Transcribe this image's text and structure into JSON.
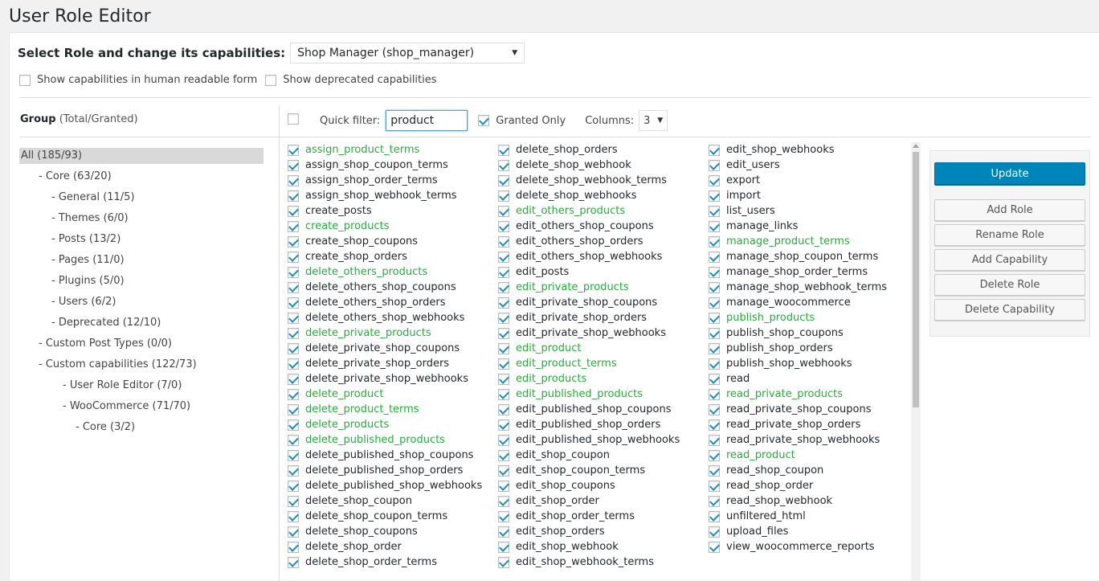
{
  "page": {
    "title": "User Role Editor"
  },
  "role": {
    "label": "Select Role and change its capabilities:",
    "selected": "Shop Manager (shop_manager)"
  },
  "options": {
    "human_readable": "Show capabilities in human readable form",
    "deprecated": "Show deprecated capabilities"
  },
  "groups": {
    "header_bold": "Group",
    "header_rest": "(Total/Granted)",
    "items": [
      {
        "label": "All (185/93)"
      },
      {
        "label": "- Core (63/20)"
      },
      {
        "label": "- General (11/5)"
      },
      {
        "label": "- Themes (6/0)"
      },
      {
        "label": "- Posts (13/2)"
      },
      {
        "label": "- Pages (11/0)"
      },
      {
        "label": "- Plugins (5/0)"
      },
      {
        "label": "- Users (6/2)"
      },
      {
        "label": "- Deprecated (12/10)"
      },
      {
        "label": "- Custom Post Types (0/0)"
      },
      {
        "label": "- Custom capabilities (122/73)"
      },
      {
        "label": "- User Role Editor (7/0)"
      },
      {
        "label": "- WooCommerce (71/70)"
      },
      {
        "label": "- Core (3/2)"
      }
    ]
  },
  "toolbar": {
    "quick_filter_label": "Quick filter:",
    "quick_filter_value": "product",
    "granted_only": "Granted Only",
    "columns_label": "Columns:",
    "columns_value": "3"
  },
  "colors": {
    "match": "#27ae3a",
    "primary": "#0085ba"
  },
  "capabilities": {
    "col1": [
      {
        "name": "assign_product_terms",
        "match": true
      },
      {
        "name": "assign_shop_coupon_terms",
        "match": false
      },
      {
        "name": "assign_shop_order_terms",
        "match": false
      },
      {
        "name": "assign_shop_webhook_terms",
        "match": false
      },
      {
        "name": "create_posts",
        "match": false
      },
      {
        "name": "create_products",
        "match": true
      },
      {
        "name": "create_shop_coupons",
        "match": false
      },
      {
        "name": "create_shop_orders",
        "match": false
      },
      {
        "name": "delete_others_products",
        "match": true
      },
      {
        "name": "delete_others_shop_coupons",
        "match": false
      },
      {
        "name": "delete_others_shop_orders",
        "match": false
      },
      {
        "name": "delete_others_shop_webhooks",
        "match": false
      },
      {
        "name": "delete_private_products",
        "match": true
      },
      {
        "name": "delete_private_shop_coupons",
        "match": false
      },
      {
        "name": "delete_private_shop_orders",
        "match": false
      },
      {
        "name": "delete_private_shop_webhooks",
        "match": false
      },
      {
        "name": "delete_product",
        "match": true
      },
      {
        "name": "delete_product_terms",
        "match": true
      },
      {
        "name": "delete_products",
        "match": true
      },
      {
        "name": "delete_published_products",
        "match": true
      },
      {
        "name": "delete_published_shop_coupons",
        "match": false
      },
      {
        "name": "delete_published_shop_orders",
        "match": false
      },
      {
        "name": "delete_published_shop_webhooks",
        "match": false
      },
      {
        "name": "delete_shop_coupon",
        "match": false
      },
      {
        "name": "delete_shop_coupon_terms",
        "match": false
      },
      {
        "name": "delete_shop_coupons",
        "match": false
      },
      {
        "name": "delete_shop_order",
        "match": false
      },
      {
        "name": "delete_shop_order_terms",
        "match": false
      }
    ],
    "col2": [
      {
        "name": "delete_shop_orders",
        "match": false
      },
      {
        "name": "delete_shop_webhook",
        "match": false
      },
      {
        "name": "delete_shop_webhook_terms",
        "match": false
      },
      {
        "name": "delete_shop_webhooks",
        "match": false
      },
      {
        "name": "edit_others_products",
        "match": true
      },
      {
        "name": "edit_others_shop_coupons",
        "match": false
      },
      {
        "name": "edit_others_shop_orders",
        "match": false
      },
      {
        "name": "edit_others_shop_webhooks",
        "match": false
      },
      {
        "name": "edit_posts",
        "match": false
      },
      {
        "name": "edit_private_products",
        "match": true
      },
      {
        "name": "edit_private_shop_coupons",
        "match": false
      },
      {
        "name": "edit_private_shop_orders",
        "match": false
      },
      {
        "name": "edit_private_shop_webhooks",
        "match": false
      },
      {
        "name": "edit_product",
        "match": true
      },
      {
        "name": "edit_product_terms",
        "match": true
      },
      {
        "name": "edit_products",
        "match": true
      },
      {
        "name": "edit_published_products",
        "match": true
      },
      {
        "name": "edit_published_shop_coupons",
        "match": false
      },
      {
        "name": "edit_published_shop_orders",
        "match": false
      },
      {
        "name": "edit_published_shop_webhooks",
        "match": false
      },
      {
        "name": "edit_shop_coupon",
        "match": false
      },
      {
        "name": "edit_shop_coupon_terms",
        "match": false
      },
      {
        "name": "edit_shop_coupons",
        "match": false
      },
      {
        "name": "edit_shop_order",
        "match": false
      },
      {
        "name": "edit_shop_order_terms",
        "match": false
      },
      {
        "name": "edit_shop_orders",
        "match": false
      },
      {
        "name": "edit_shop_webhook",
        "match": false
      },
      {
        "name": "edit_shop_webhook_terms",
        "match": false
      }
    ],
    "col3": [
      {
        "name": "edit_shop_webhooks",
        "match": false
      },
      {
        "name": "edit_users",
        "match": false
      },
      {
        "name": "export",
        "match": false
      },
      {
        "name": "import",
        "match": false
      },
      {
        "name": "list_users",
        "match": false
      },
      {
        "name": "manage_links",
        "match": false
      },
      {
        "name": "manage_product_terms",
        "match": true
      },
      {
        "name": "manage_shop_coupon_terms",
        "match": false
      },
      {
        "name": "manage_shop_order_terms",
        "match": false
      },
      {
        "name": "manage_shop_webhook_terms",
        "match": false
      },
      {
        "name": "manage_woocommerce",
        "match": false
      },
      {
        "name": "publish_products",
        "match": true
      },
      {
        "name": "publish_shop_coupons",
        "match": false
      },
      {
        "name": "publish_shop_orders",
        "match": false
      },
      {
        "name": "publish_shop_webhooks",
        "match": false
      },
      {
        "name": "read",
        "match": false
      },
      {
        "name": "read_private_products",
        "match": true
      },
      {
        "name": "read_private_shop_coupons",
        "match": false
      },
      {
        "name": "read_private_shop_orders",
        "match": false
      },
      {
        "name": "read_private_shop_webhooks",
        "match": false
      },
      {
        "name": "read_product",
        "match": true
      },
      {
        "name": "read_shop_coupon",
        "match": false
      },
      {
        "name": "read_shop_order",
        "match": false
      },
      {
        "name": "read_shop_webhook",
        "match": false
      },
      {
        "name": "unfiltered_html",
        "match": false
      },
      {
        "name": "upload_files",
        "match": false
      },
      {
        "name": "view_woocommerce_reports",
        "match": false
      }
    ]
  },
  "buttons": {
    "update": "Update",
    "add_role": "Add Role",
    "rename_role": "Rename Role",
    "add_capability": "Add Capability",
    "delete_role": "Delete Role",
    "delete_capability": "Delete Capability"
  }
}
